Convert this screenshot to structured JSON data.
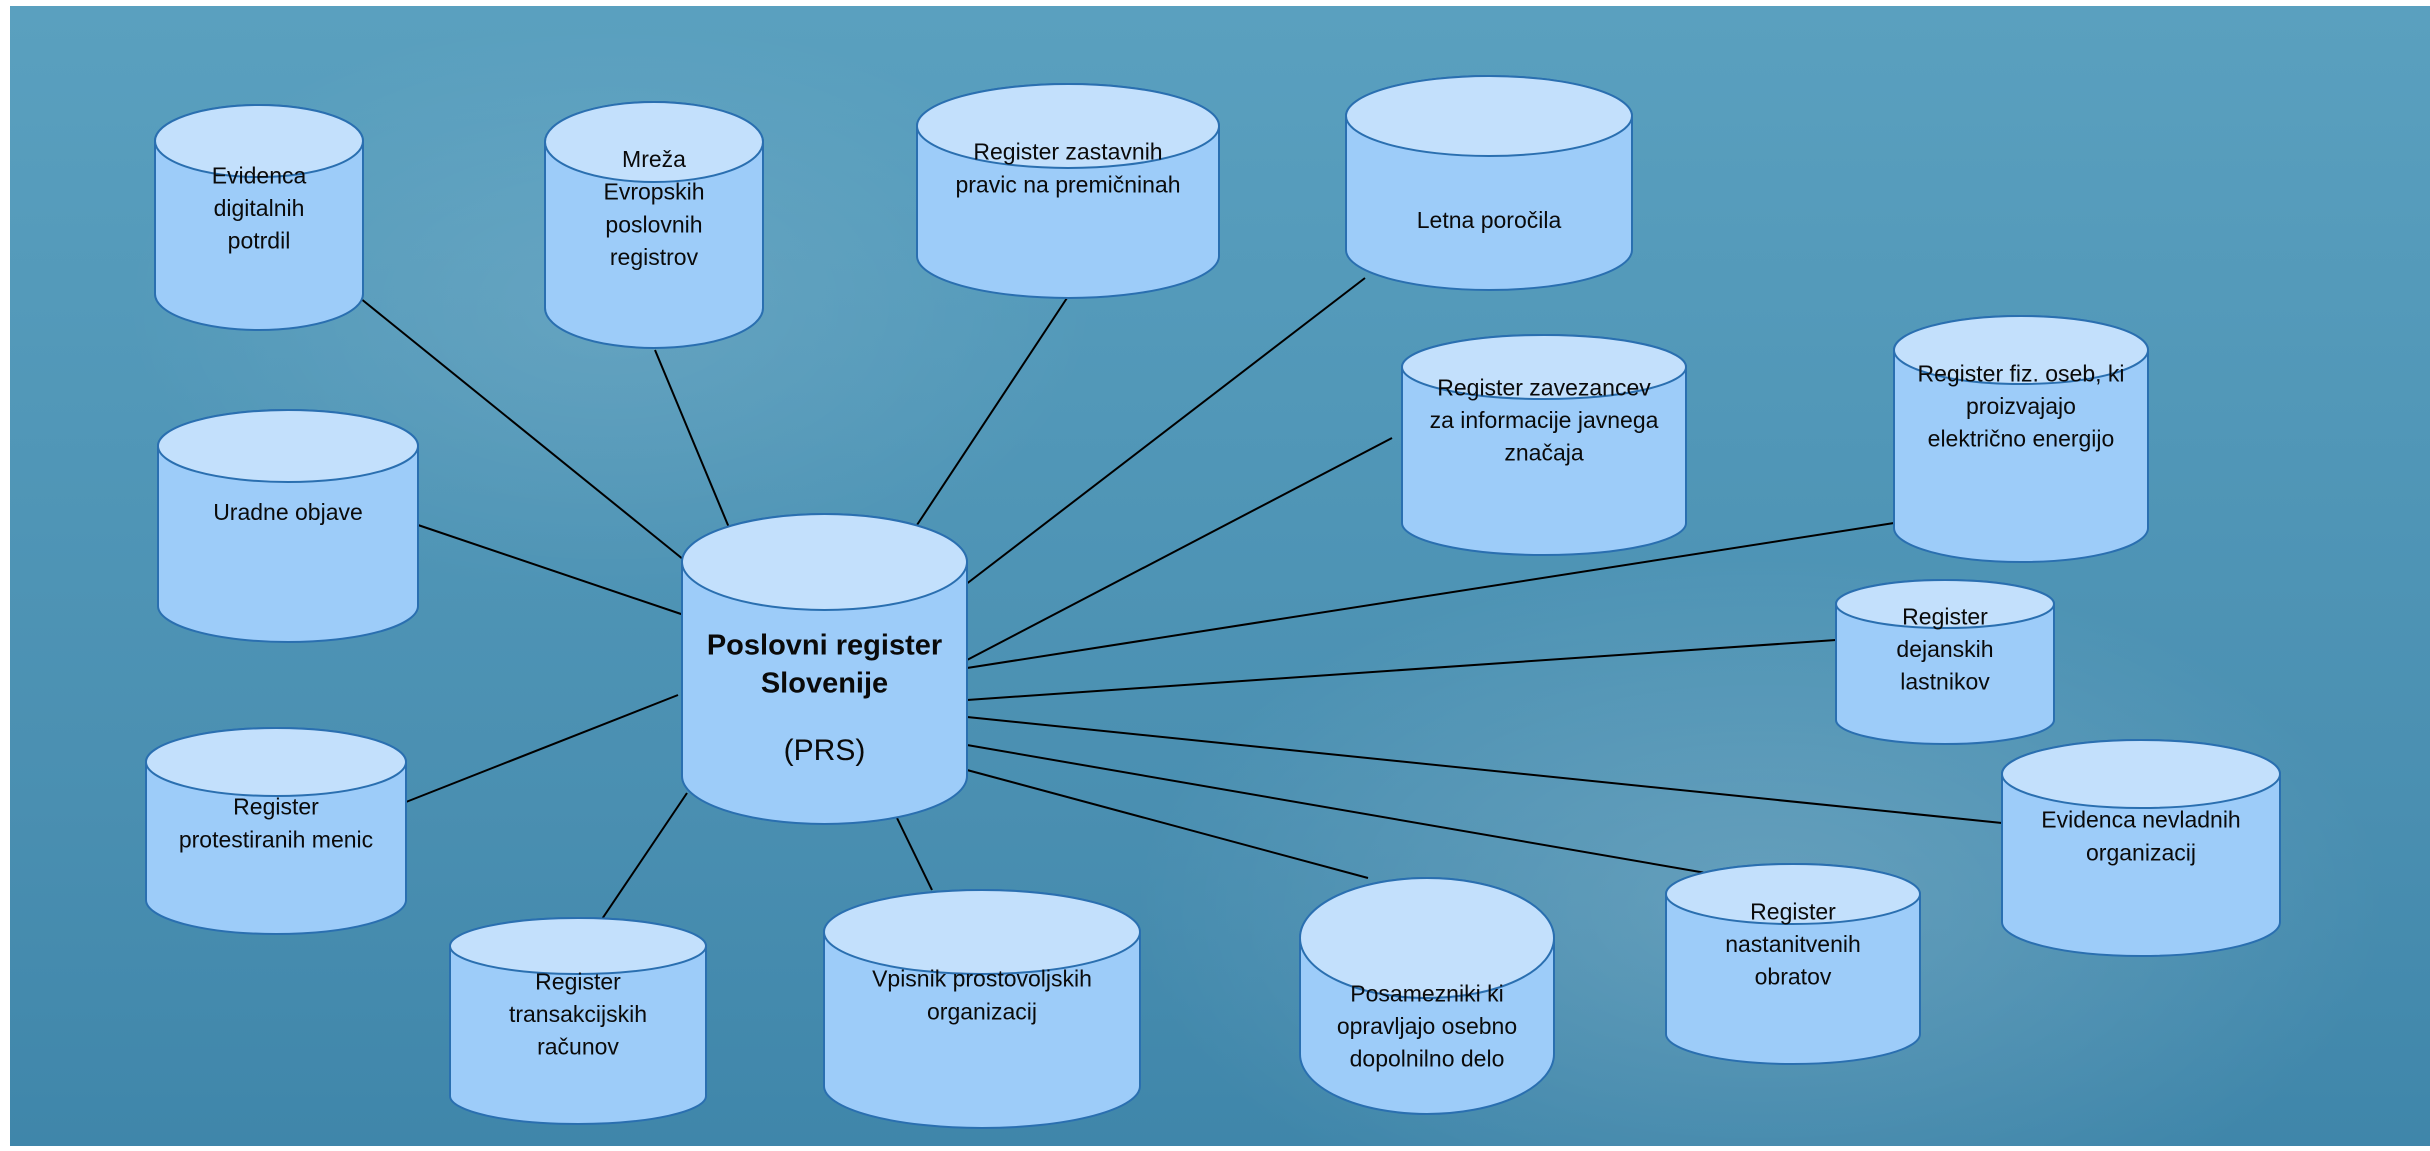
{
  "colors": {
    "background_blue": "#4f95b6",
    "cylinder_fill": "#9dccf9",
    "cylinder_top": "#c3e0fc",
    "cylinder_stroke": "#2a6fb0",
    "connector": "#000000"
  },
  "diagram": {
    "center": {
      "title_line1": "Poslovni register",
      "title_line2": "Slovenije",
      "abbreviation": "(PRS)"
    },
    "nodes": [
      {
        "id": "evidenca-digitalnih-potrdil",
        "lines": [
          "Evidenca",
          "digitalnih",
          "potrdil"
        ]
      },
      {
        "id": "mreza-evropskih",
        "lines": [
          "Mreža",
          "Evropskih",
          "poslovnih",
          "registrov"
        ]
      },
      {
        "id": "register-zastavnih",
        "lines": [
          "Register zastavnih",
          "pravic na premičninah"
        ]
      },
      {
        "id": "letna-porocila",
        "lines": [
          "Letna poročila"
        ]
      },
      {
        "id": "register-zavezancev",
        "lines": [
          "Register zavezancev",
          "za informacije javnega",
          "značaja"
        ]
      },
      {
        "id": "register-fiz-oseb",
        "lines": [
          "Register fiz. oseb, ki",
          "proizvajajo",
          "električno energijo"
        ]
      },
      {
        "id": "uradne-objave",
        "lines": [
          "Uradne objave"
        ]
      },
      {
        "id": "register-dejanskih",
        "lines": [
          "Register",
          "dejanskih",
          "lastnikov"
        ]
      },
      {
        "id": "evidenca-nevladnih",
        "lines": [
          "Evidenca nevladnih",
          "organizacij"
        ]
      },
      {
        "id": "register-protestiranih",
        "lines": [
          "Register",
          "protestiranih menic"
        ]
      },
      {
        "id": "register-transakcijskih",
        "lines": [
          "Register",
          "transakcijskih",
          "računov"
        ]
      },
      {
        "id": "vpisnik-prostovoljskih",
        "lines": [
          "Vpisnik prostovoljskih",
          "organizacij"
        ]
      },
      {
        "id": "posamezniki",
        "lines": [
          "Posamezniki ki",
          "opravljajo osebno",
          "dopolnilno delo"
        ]
      },
      {
        "id": "register-nastanitvenih",
        "lines": [
          "Register",
          "nastanitvenih",
          "obratov"
        ]
      }
    ]
  }
}
